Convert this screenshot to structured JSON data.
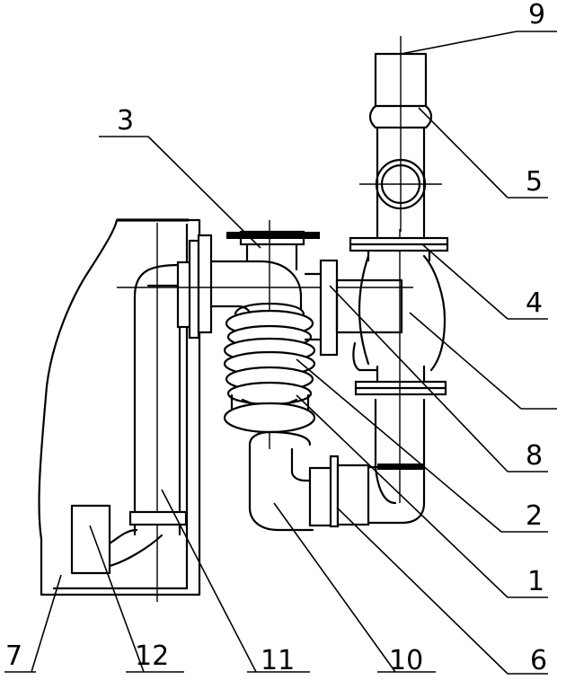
{
  "diagram": {
    "callouts": [
      {
        "id": "c9",
        "label": "9"
      },
      {
        "id": "c5",
        "label": "5"
      },
      {
        "id": "c3",
        "label": "3"
      },
      {
        "id": "c4",
        "label": "4"
      },
      {
        "id": "c8",
        "label": "8"
      },
      {
        "id": "c2",
        "label": "2"
      },
      {
        "id": "c1",
        "label": "1"
      },
      {
        "id": "c7",
        "label": "7"
      },
      {
        "id": "c12",
        "label": "12"
      },
      {
        "id": "c11",
        "label": "11"
      },
      {
        "id": "c10",
        "label": "10"
      },
      {
        "id": "c6",
        "label": "6"
      }
    ]
  }
}
